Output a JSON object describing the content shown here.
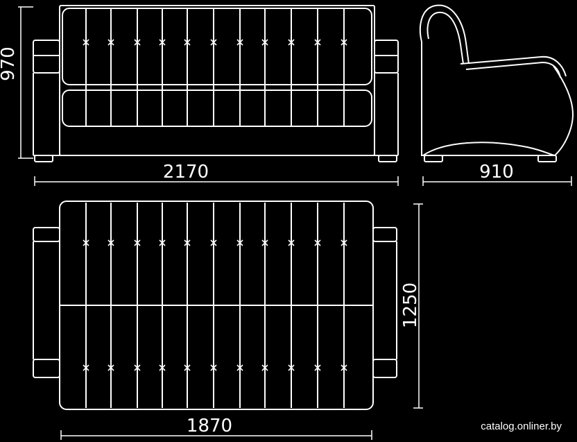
{
  "colors": {
    "background": "#000000",
    "line": "#ffffff"
  },
  "dimensions": {
    "front_width": "2170",
    "front_height": "970",
    "side_depth": "910",
    "unfolded_length": "1250",
    "unfolded_width": "1870"
  },
  "watermark": "catalog.onliner.by"
}
